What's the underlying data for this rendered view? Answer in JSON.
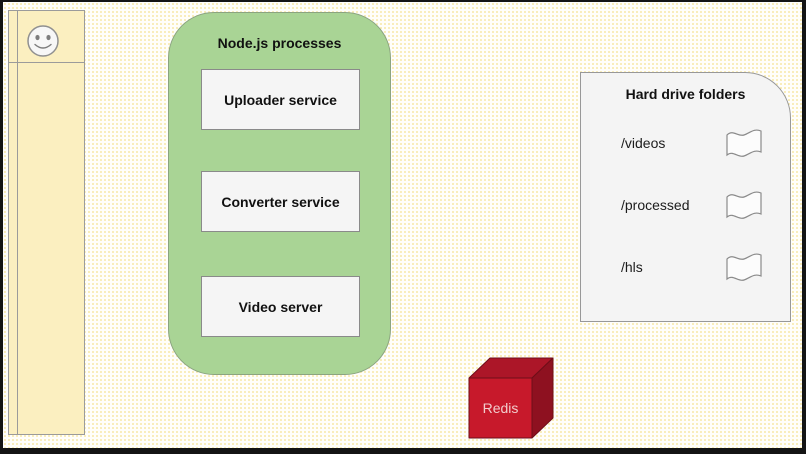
{
  "nodejs_group": {
    "title": "Node.js processes",
    "services": [
      {
        "label": "Uploader service"
      },
      {
        "label": "Converter service"
      },
      {
        "label": "Video server"
      }
    ]
  },
  "storage_card": {
    "title": "Hard drive folders",
    "folders": [
      {
        "label": "/videos"
      },
      {
        "label": "/processed"
      },
      {
        "label": "/hls"
      }
    ]
  },
  "redis": {
    "label": "Redis"
  },
  "colors": {
    "actor_fill": "#FBEFC0",
    "group_fill": "#A9D495",
    "box_fill": "#F5F5F5",
    "card_fill": "#F4F4F4",
    "shape_border": "#989898",
    "redis_front": "#C7192B",
    "redis_top": "#AC1628",
    "redis_side": "#8E1120",
    "redis_edge": "#6E0E18",
    "redis_text": "#F2CCCC",
    "frame_border": "#141414"
  }
}
